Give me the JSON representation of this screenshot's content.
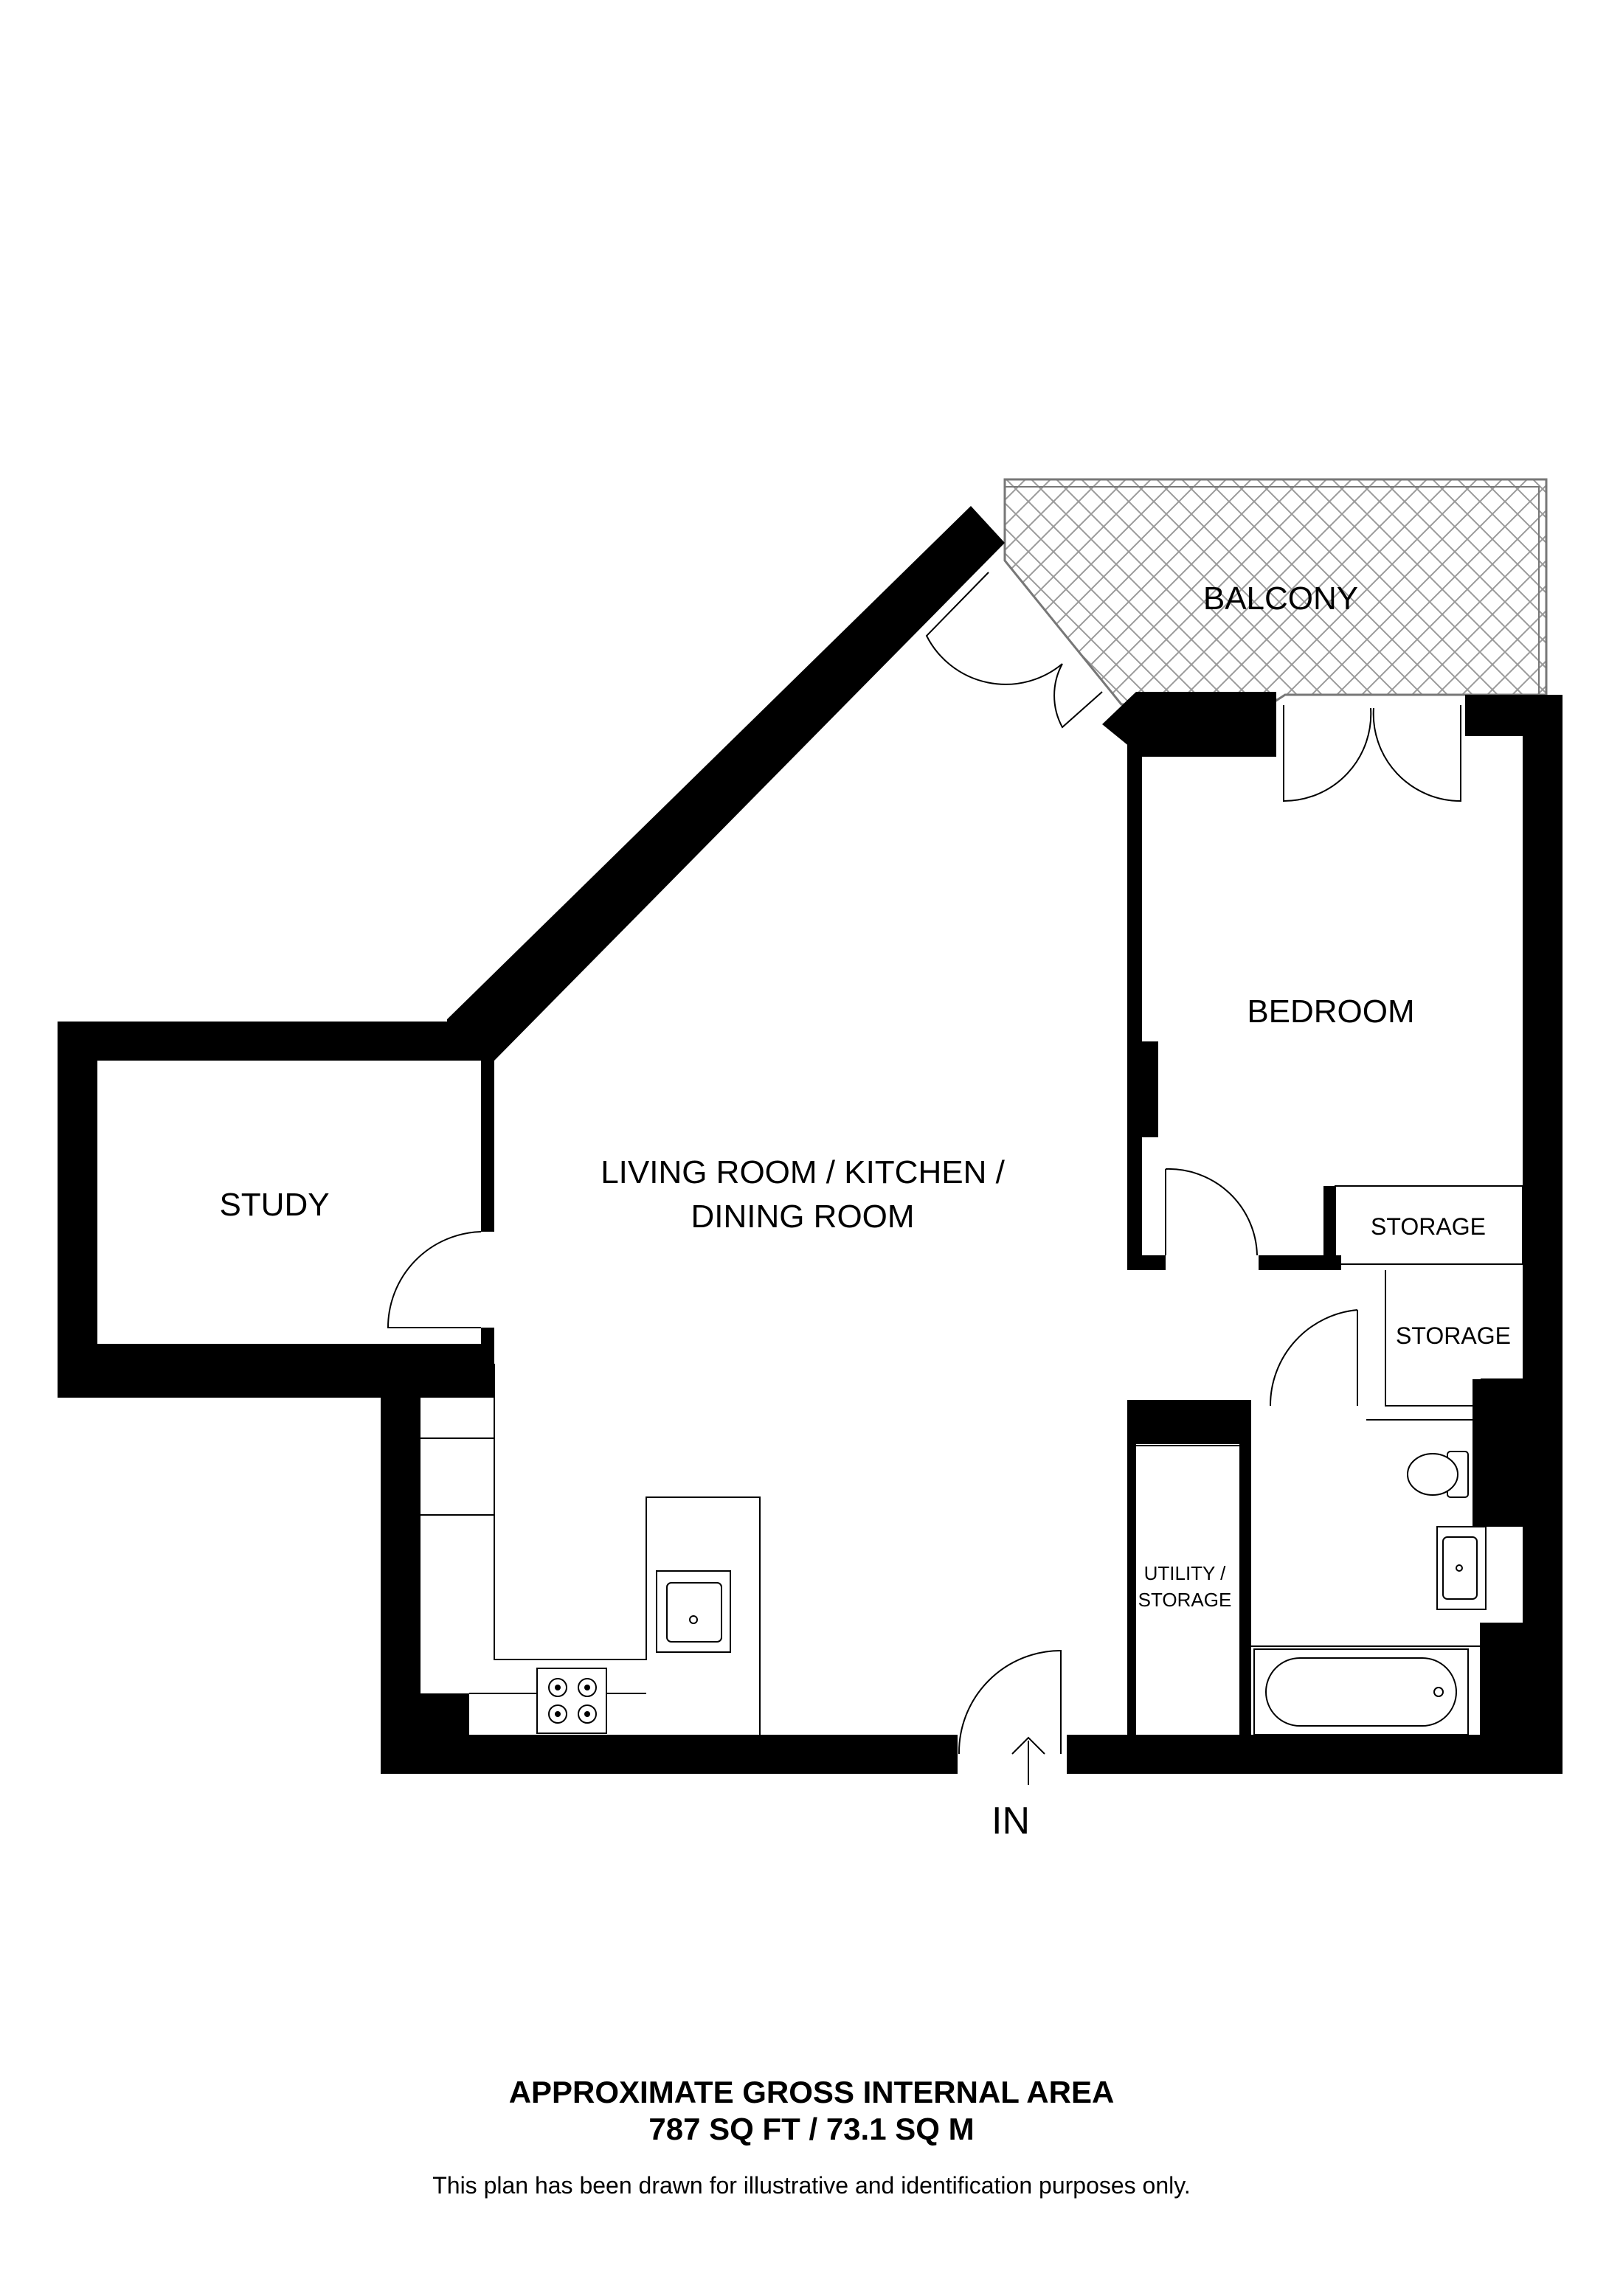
{
  "rooms": {
    "balcony": "BALCONY",
    "bedroom": "BEDROOM",
    "study": "STUDY",
    "living_line1": "LIVING ROOM / KITCHEN /",
    "living_line2": "DINING ROOM",
    "storage_bedroom": "STORAGE",
    "storage_hall": "STORAGE",
    "utility_line1": "UTILITY /",
    "utility_line2": "STORAGE"
  },
  "entrance_label": "IN",
  "footer": {
    "title": "APPROXIMATE GROSS INTERNAL AREA",
    "area": "787 SQ FT / 73.1 SQ M",
    "note": "This plan has been drawn for illustrative and identification purposes only."
  },
  "colors": {
    "wall": "#000000",
    "background": "#ffffff",
    "balcony_hatch": "#999999"
  },
  "icons": [
    "entrance-arrow-icon",
    "toilet-icon",
    "sink-icon",
    "hob-icon",
    "bathtub-icon"
  ]
}
